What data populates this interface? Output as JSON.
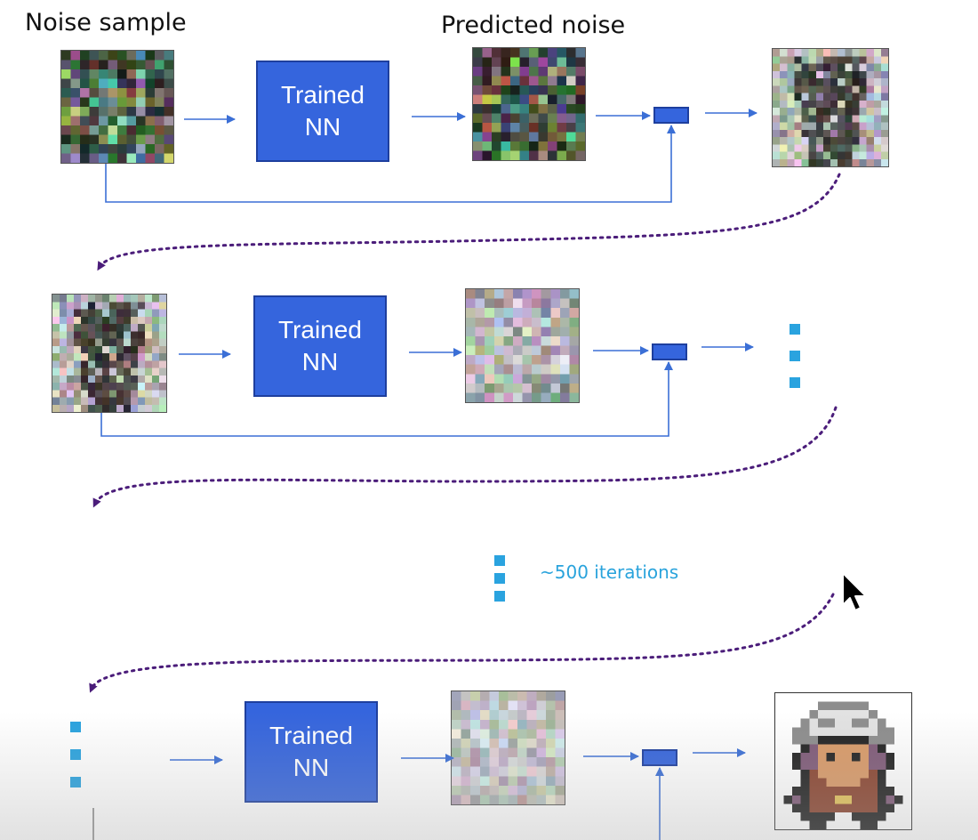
{
  "labels": {
    "noise_sample": "Noise sample",
    "predicted_noise": "Predicted noise",
    "iterations": "~500 iterations"
  },
  "nn_blocks": [
    {
      "label": "Trained\nNN"
    },
    {
      "label": "Trained\nNN"
    },
    {
      "label": "Trained\nNN"
    }
  ],
  "colors": {
    "nn_fill": "#3565dd",
    "arrow": "#3b6fd6",
    "dotted_connector": "#4b1d7a",
    "ellipsis": "#2aa3df",
    "iterations_text": "#29a3dc"
  },
  "icons": [
    "mouse-cursor-icon"
  ]
}
